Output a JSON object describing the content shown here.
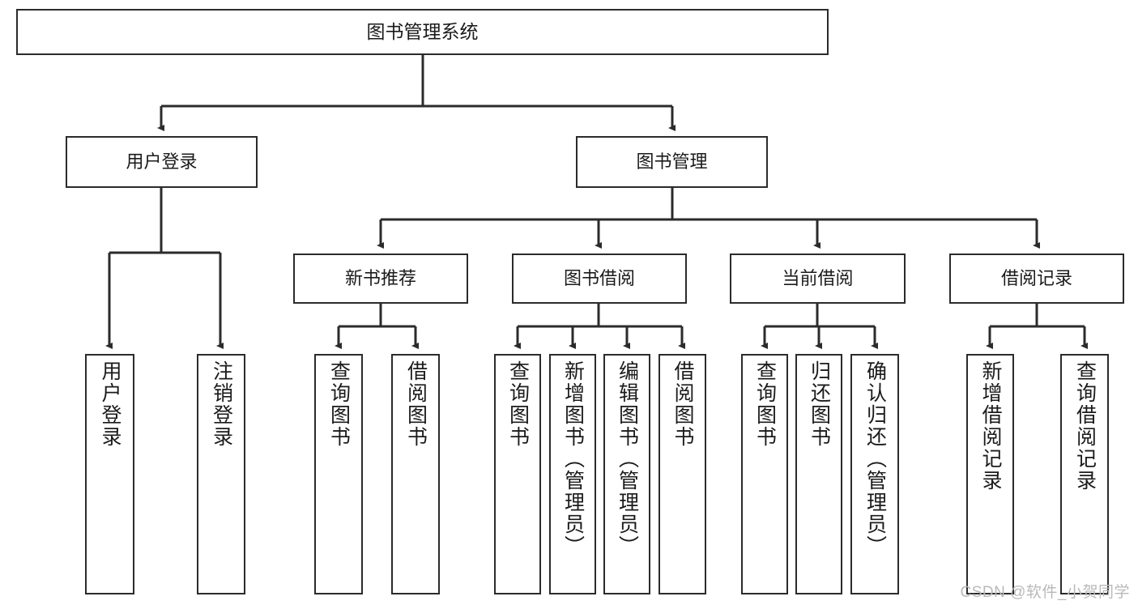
{
  "diagram": {
    "title": "图书管理系统",
    "type": "tree-hierarchy-diagram",
    "colors": {
      "box_border": "#2b2b2b",
      "box_fill": "#ffffff",
      "connector": "#2b2b2b",
      "text": "#1b1b1b",
      "watermark": "#b9b9b9",
      "background": "#ffffff"
    },
    "root": {
      "label": "图书管理系统"
    },
    "level2": [
      {
        "label": "用户登录"
      },
      {
        "label": "图书管理"
      }
    ],
    "level3": [
      {
        "label": "新书推荐"
      },
      {
        "label": "图书借阅"
      },
      {
        "label": "当前借阅"
      },
      {
        "label": "借阅记录"
      }
    ],
    "leaves": {
      "user_login": [
        {
          "label": "用户登录"
        },
        {
          "label": "注销登录"
        }
      ],
      "new_book_recommend": [
        {
          "label": "查询图书"
        },
        {
          "label": "借阅图书"
        }
      ],
      "book_borrow": [
        {
          "label": "查询图书"
        },
        {
          "label": "新增图书（管理员）"
        },
        {
          "label": "编辑图书（管理员）"
        },
        {
          "label": "借阅图书"
        }
      ],
      "current_borrow": [
        {
          "label": "查询图书"
        },
        {
          "label": "归还图书"
        },
        {
          "label": "确认归还（管理员）"
        }
      ],
      "borrow_record": [
        {
          "label": "新增借阅记录"
        },
        {
          "label": "查询借阅记录"
        }
      ]
    },
    "watermark": "CSDN @软件_小贺同学"
  }
}
